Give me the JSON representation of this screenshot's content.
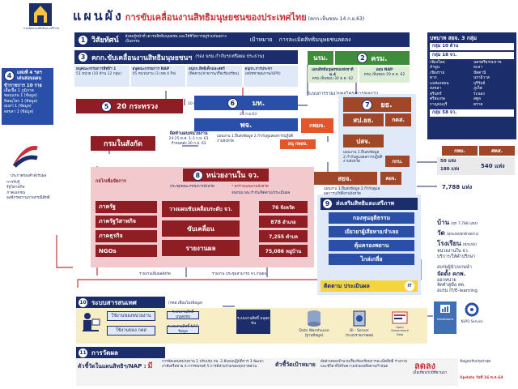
{
  "header": {
    "title_prefix": "แผนผัง",
    "title": "การขับเคลื่อนงานสิทธิมนุษยชนของประเทศไทย",
    "title_note": "(คกก.เห็นชอบ 14 ก.ย.63)",
    "logo_caption": "กรมคุ้มครองสิทธิและเสรีภาพ"
  },
  "vision": {
    "num": "1",
    "label": "วิสัยทัศน์",
    "text": "สังคมรู้หน้าที่ เคารพสิทธิมนุษยชน และใช้ชีวิตการอยู่ร่วมกันอย่างเป็นธรรม",
    "goal_label": "เป้าหมาย",
    "goal_text": "การละเมิดสิทธิมนุษยชนลดลง"
  },
  "committee": {
    "num": "3",
    "title": "คกก.ขับเคลื่อนงานสิทธิมนุษยชนฯ",
    "chair": "(รอง นรม.กำกับฯ/เหรือผม ประธาน)",
    "subs": [
      {
        "name": "อนุคณะกรรมการสิทธิฯ 1",
        "note": "51 หน่วย (10 ด้าน 12 กลุ่ม)"
      },
      {
        "name": "อนุคณะกรรมการ NAP",
        "note": "45 หน่วยงาน (3 เขต 4 กิจ)"
      },
      {
        "name": "อนุกก.สิทธิเด็กและสตรี",
        "note": "(ติดตาม/จ่ายงาน/เรื่องร้องเรียน)"
      },
      {
        "name": "อนุกก.การประชา",
        "note": "(สมัชชาคุณภาพ/UPR)"
      }
    ]
  },
  "cabinet": {
    "nrm": "นรม.",
    "num": "2",
    "krm": "ครม.",
    "plan1": "แผนสิทธิมนุษยชนแห่งชาติ ฉ.4",
    "plan1_note": "ครม.เห็นชอบ 30 ต.ค. 62",
    "plan2": "แผน NAP",
    "plan2_note": "ครม.เห็นชอบ 29 ต.ค. 62",
    "report": "ระบบการรายงานผลโครงการ/ผลงาน"
  },
  "left_panel": {
    "num": "4",
    "groups": [
      {
        "title": "แท่งที่ 4 ฯลฯ",
        "items": []
      },
      {
        "title": "เด่นสอนแผน",
        "items": []
      },
      {
        "title": "ข้าราชการ 10 ราย",
        "items": [
          "เอื้อเฟื้อ 1 ภูมิภาค",
          "ขอนแก่น 1 (ข้อมูล)",
          "พิษณุโลก 1 (ข้อมูล)",
          "อุบลฯ 1 (ข้อมูล)",
          "สงขลา 1 (ข้อมูล)"
        ]
      }
    ],
    "flag_caption": "ประกาศรองคำสั่งรับผล",
    "flag_items": [
      "การรับรู้",
      "รัฐวิสาหกิจ",
      "ภาคเอกชน",
      "องค์กรสถานภาพกรณีสิทธิ"
    ]
  },
  "ministries": {
    "num": "5",
    "label": "20 กระทรวง",
    "dept": "กรมในสังกัด",
    "local_note": "จัดทำแผนหน่วยงาน",
    "local_date": "24-25 ต.ค. 1-3 ก.ย. 63",
    "local_pub": "กำหนดส่ง 30 ก.ย. 63",
    "note_top": "10 ก.ย. 63"
  },
  "interior": {
    "num": "6",
    "label": "มท.",
    "sub": "พจ.",
    "kpy": "กพยจ.",
    "date": "24 ก.ย.63",
    "note": "แผนงาน 1.ยื่นส่งข้อมูล 2.กำกับดูแลผลการปฏิบัติงานจังหวัด",
    "anu": "อนุ กพยจ."
  },
  "justice": {
    "num": "7",
    "label": "ยธ.",
    "sp": "สป.ยธ.",
    "kks": "กคส.",
    "psy": "ปสจ.",
    "kmp": "กกบ.",
    "note": "แผนงาน 1.ยื่นส่งข้อมูล 2.กำกับดูแลผลการปฏิบัติงานจังหวัด"
  },
  "provincial": {
    "num": "8",
    "label": "หน่วยงานใน จว.",
    "mech": "กลไกเพื่อจัดการ",
    "sub_title": "ประชุมคณะกรรมการจังหวัด",
    "sub_note1": "* ยกร่างแผนงานจังหวัด",
    "sub_note2": "จนถนน พพ.กำกับ/ติดตาม/ประเมินผล",
    "left_items": [
      "ภาครัฐ",
      "ภาครัฐวิสาหกิจ",
      "ภาคธุรกิจ",
      "NGOs"
    ],
    "mid_items": [
      "วางแผนขับเคลื่อนระดับ จว.",
      "ขับเคลื่อน",
      "รายงานผล"
    ],
    "right_items": [
      "76 จังหวัด",
      "878 อำเภอ",
      "7,255 ตำบล",
      "75,086 หมู่บ้าน"
    ],
    "bottom_note": "รายงาน ประชุมสามารถ จว./กพยจ.",
    "bottom_left": "รายงานเพิ่มผลสังกัด"
  },
  "sya": {
    "label": "สยจ.",
    "kyj": "คยจ.",
    "note": "แผนงาน 1.ยื่นส่งข้อมูล 2.กำกับดูแลผลการปฏิบัติงานจังหวัด"
  },
  "promote": {
    "num": "9",
    "title": "ส่งเสริมสิทธิและเสรีภาพ",
    "items": [
      "กองทุนยุติธรรม",
      "เยียวยาผู้เสียหาย/จำเลย",
      "คุ้มครองพยาน",
      "ไกล่เกลี่ย"
    ],
    "track": "ติดตาม ประเมินผล",
    "it": "IT"
  },
  "right_panel": {
    "title": "บทบาท สยจ. 3 กลุ่ม",
    "groups": [
      {
        "title": "กลุ่ม 10 ด้าน",
        "items": []
      },
      {
        "title": "กลุ่ม 18 จว.",
        "items": [
          "เชียงใหม่",
          "ลำพูน",
          "เชียงราย",
          "ตาก",
          "แม่ฮ่องสอน",
          "สงขลา",
          "สุรินทร์",
          "ศรีสะเกษ",
          "กาญจนบุรี",
          "นครศรีธรรมราช",
          "ยะลา",
          "ปัตตานี",
          "นราธิวาส",
          "บุรีรัมย์",
          "ภูเก็ต",
          "ระนอง",
          "สตูล",
          "ตราด"
        ]
      },
      {
        "title": "กลุ่ม 58 จว.",
        "items": []
      }
    ],
    "stats_head1": "กพม.",
    "stats_head2": "ศคส.",
    "stats": [
      {
        "label": "50 แห่ง",
        "value": "540 แห่ง"
      },
      {
        "label": "180 แห่ง",
        "value": ""
      },
      {
        "label": "7,788 แห่ง",
        "value": ""
      }
    ],
    "services": [
      {
        "label": "บ้าน",
        "note": "(ทุก 7,788 แห่ง)"
      },
      {
        "label": "วัด",
        "note": "(ทุกแห่ง/ยกตัวอย่าง)"
      },
      {
        "label": "โรงเรียน",
        "note": "(ทุกแห่ง)"
      },
      {
        "label": "หน่วยงานใน จว.",
        "note": ""
      },
      {
        "label": "บริการ/ให้คำปรึกษา",
        "note": ""
      },
      {
        "label": "อบรมผู้นำ/แกนนำ",
        "note": ""
      },
      {
        "label": "จัดตั้ง คกพ.",
        "note": ""
      },
      {
        "label": "ออกหน่วย",
        "note": ""
      },
      {
        "label": "จัดทำคู่มือ สค.",
        "note": ""
      },
      {
        "label": "อบรม IT/E-learning",
        "note": ""
      }
    ]
  },
  "info_system": {
    "num": "10",
    "title": "ระบบสารสนเทศ",
    "src1": "ใช้งานของหน่วยงาน",
    "src2": "ใช้งานของ กคส",
    "src_note": "(กคส.เชื่อมโยงข้อมูล)",
    "db1": "ระบบงานสิทธิ์ มนุษยชน",
    "db2": "ระบบงานสิทธิ์ NAP ข้อมูล",
    "db3": "ระบบงานสิทธิ์ มนุษยชน",
    "warehouse": "Data Warehouse",
    "warehouse_note": "(ฐานข้อมูล)",
    "bi": "BI - Server",
    "bi_note": "(ระบบรายงานผล)",
    "open": "Open Government Data",
    "dashboard": "Dashboard",
    "nlpo": "NLPO Service"
  },
  "evaluation": {
    "num": "11",
    "title": "การวัดผล",
    "kpi_label": "ตัวชี้วัดในแผนสิทธิฯ/NAP :",
    "kpi_have": "มี",
    "kpi_text": "การจัดแผนหน่วยงาน 1.ปรับปรุง กม. 2.มีแผนปฏิบัติการ 3.พัฒนาภาคีเครือข่าย 4.การรณรงค์ 5.การมีส่วนร่วมของทุกภาคส่วน",
    "goal_label": "ตัวชี้วัดเป้าหมาย",
    "goal_text": "สัดส่วนของจำนวนเรื่องร้องเรียนการละเมิดสิทธิ ร่างกาย และชีวิต ที่ได้รับความช่วยเหลือตามกำหนด",
    "reduce": "ลดลง",
    "reduce_note": "เมื่อเทียบกับปีที่ผ่านมา",
    "update_note": "ข้อมูลปรับปรุงล่าสุด",
    "update": "Update วันที่ 16 ต.ค.64"
  }
}
